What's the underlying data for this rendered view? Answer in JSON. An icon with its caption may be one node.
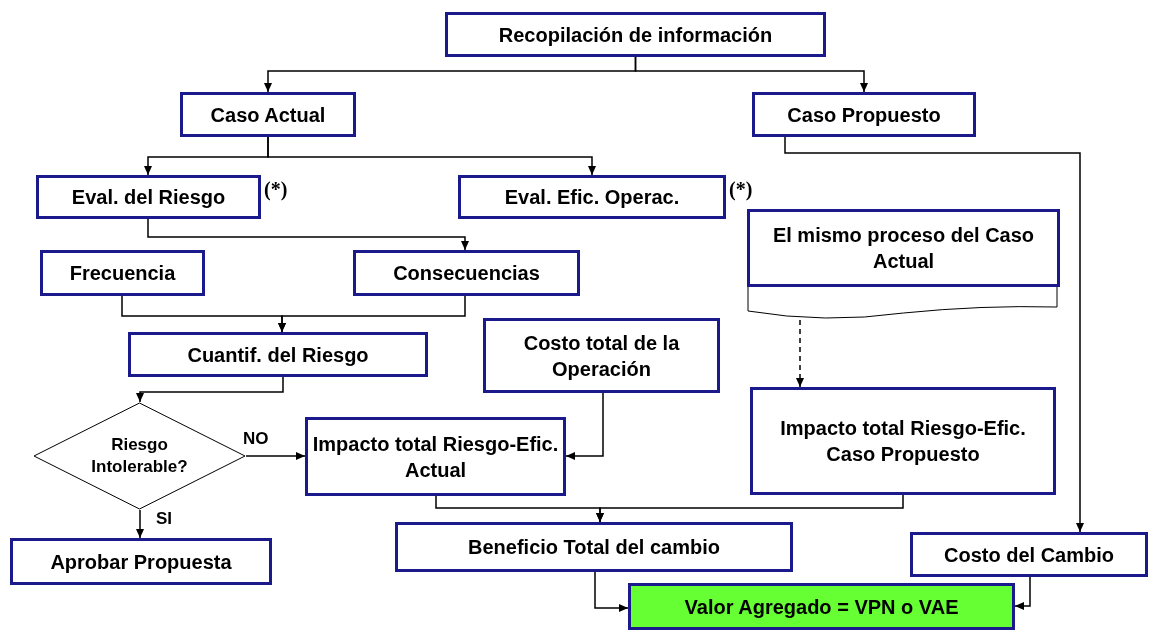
{
  "diagram": {
    "nodes": [
      {
        "text": [
          "Recopilación de información"
        ]
      },
      {
        "text": [
          "Caso Actual"
        ]
      },
      {
        "text": [
          "Caso Propuesto"
        ]
      },
      {
        "text": [
          "Eval. del Riesgo"
        ],
        "beside": [
          "(*)"
        ]
      },
      {
        "text": [
          "Eval. Efic. Operac."
        ],
        "beside": [
          "(*)"
        ]
      },
      {
        "text": [
          "El mismo proceso del Caso Actual"
        ]
      },
      {
        "text": [
          "Frecuencia"
        ]
      },
      {
        "text": [
          "Consecuencias"
        ]
      },
      {
        "text": [
          "Cuantif. del Riesgo"
        ]
      },
      {
        "text": [
          "Costo total de la Operación"
        ]
      },
      {
        "text": [
          "Riesgo Intolerable?"
        ]
      },
      {
        "text": [
          "Impacto total Riesgo-Efic. Actual"
        ]
      },
      {
        "text": [
          "Impacto total Riesgo-Efic. Caso Propuesto"
        ]
      },
      {
        "text": [
          "Aprobar Propuesta"
        ]
      },
      {
        "text": [
          "Beneficio Total del cambio"
        ]
      },
      {
        "text": [
          "Costo del Cambio"
        ]
      },
      {
        "text": [
          "Valor Agregado = VPN o VAE"
        ]
      }
    ],
    "edges": [
      {
        "from": 0,
        "to": 1,
        "arrow": "to"
      },
      {
        "from": 0,
        "to": 2,
        "arrow": "to"
      },
      {
        "from": 1,
        "to": 3,
        "arrow": "to"
      },
      {
        "from": 1,
        "to": 4,
        "arrow": "to"
      },
      {
        "from": 3,
        "to": 7,
        "arrow": "to"
      },
      {
        "from": 6,
        "to": 8,
        "arrow": "to"
      },
      {
        "from": 7,
        "to": 8,
        "arrow": "to"
      },
      {
        "from": 8,
        "to": 10,
        "arrow": "to"
      },
      {
        "from": 10,
        "to": 11,
        "arrow": "to",
        "label": "NO"
      },
      {
        "from": 10,
        "to": 13,
        "arrow": "to",
        "label": "SI"
      },
      {
        "from": 9,
        "to": 11,
        "arrow": "to"
      },
      {
        "from": 5,
        "to": 12,
        "arrow": "to",
        "style": "dashed"
      },
      {
        "from": 11,
        "to": 14,
        "arrow": "to"
      },
      {
        "from": 12,
        "to": 14,
        "arrow": "to"
      },
      {
        "from": 2,
        "to": 15,
        "arrow": "to"
      },
      {
        "from": 14,
        "to": 16,
        "arrow": "to"
      },
      {
        "from": 15,
        "to": 16,
        "arrow": "to"
      }
    ]
  }
}
